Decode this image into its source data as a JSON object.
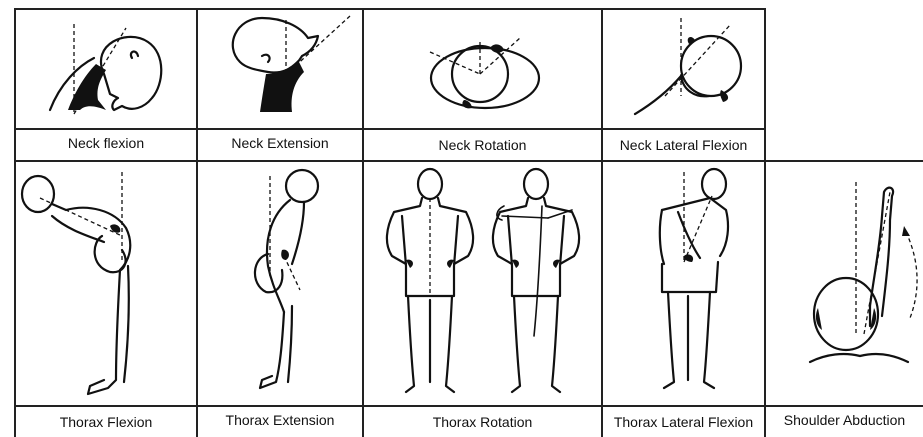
{
  "captions": {
    "neck_flexion": "Neck flexion",
    "neck_extension": "Neck Extension",
    "neck_rotation": "Neck Rotation",
    "neck_lateral_flexion": "Neck Lateral Flexion",
    "thorax_flexion": "Thorax Flexion",
    "thorax_extension": "Thorax Extension",
    "thorax_rotation": "Thorax Rotation",
    "thorax_lateral_flexion": "Thorax Lateral Flexion",
    "shoulder_abduction": "Shoulder Abduction"
  },
  "colors": {
    "line": "#111111",
    "background": "#ffffff"
  }
}
